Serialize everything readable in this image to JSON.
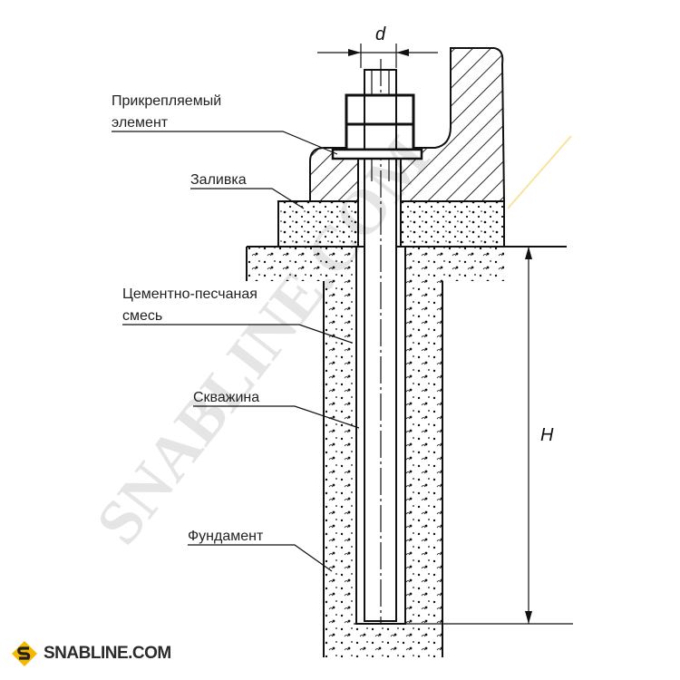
{
  "labels": {
    "attached_element_1": "Прикрепляемый",
    "attached_element_2": "элемент",
    "grout": "Заливка",
    "mix_1": "Цементно-песчаная",
    "mix_2": "смесь",
    "borehole": "Скважина",
    "foundation": "Фундамент"
  },
  "dimensions": {
    "diameter": "d",
    "depth": "H"
  },
  "watermark": "SNABLINE.COM",
  "logo": {
    "text": "SNABLINE.COM",
    "accent": "#f5b800"
  }
}
